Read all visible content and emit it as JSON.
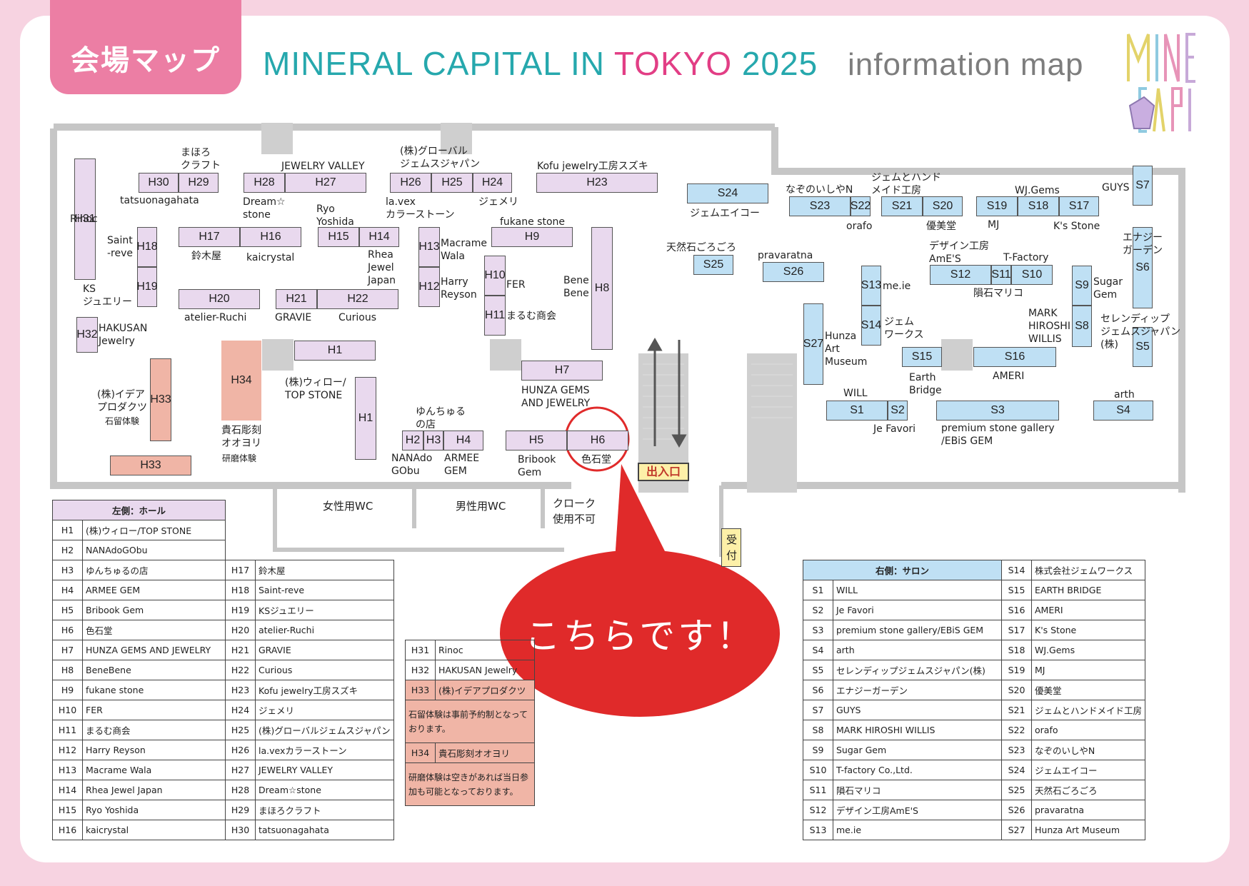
{
  "header": {
    "tab_label": "会場マップ",
    "title_part1": "MINERAL CAPITAL IN",
    "title_part2": "TOKYO",
    "title_part3": "2025",
    "title_part4": "information map"
  },
  "map": {
    "entrance": "出入口",
    "reception": "受付",
    "wc_female": "女性用WC",
    "wc_male": "男性用WC",
    "cloak": "クローク使用不可",
    "callout": "こちらです！"
  },
  "left_legend": {
    "header": "左側：ホール",
    "col1": [
      [
        "H1",
        "(株)ウィロー/TOP STONE"
      ],
      [
        "H2",
        "NANAdoGObu"
      ],
      [
        "H3",
        "ゆんちゅるの店"
      ],
      [
        "H4",
        "ARMEE GEM"
      ],
      [
        "H5",
        "Bribook Gem"
      ],
      [
        "H6",
        "色石堂"
      ],
      [
        "H7",
        "HUNZA GEMS AND JEWELRY"
      ],
      [
        "H8",
        "BeneBene"
      ],
      [
        "H9",
        "fukane stone"
      ],
      [
        "H10",
        "FER"
      ],
      [
        "H11",
        "まるむ商会"
      ],
      [
        "H12",
        "Harry Reyson"
      ],
      [
        "H13",
        "Macrame Wala"
      ],
      [
        "H14",
        "Rhea Jewel Japan"
      ],
      [
        "H15",
        "Ryo Yoshida"
      ],
      [
        "H16",
        "kaicrystal"
      ]
    ],
    "col2": [
      [
        "H17",
        "鈴木屋"
      ],
      [
        "H18",
        "Saint-reve"
      ],
      [
        "H19",
        "KSジュエリー"
      ],
      [
        "H20",
        "atelier-Ruchi"
      ],
      [
        "H21",
        "GRAVIE"
      ],
      [
        "H22",
        "Curious"
      ],
      [
        "H23",
        "Kofu jewelry工房スズキ"
      ],
      [
        "H24",
        "ジェメリ"
      ],
      [
        "H25",
        "(株)グローバルジェムスジャパン"
      ],
      [
        "H26",
        "la.vexカラーストーン"
      ],
      [
        "H27",
        "JEWELRY VALLEY"
      ],
      [
        "H28",
        "Dream☆stone"
      ],
      [
        "H29",
        "まほろクラフト"
      ],
      [
        "H30",
        "tatsuonagahata"
      ]
    ],
    "col3": [
      [
        "H31",
        "Rinoc"
      ],
      [
        "H32",
        "HAKUSAN Jewelry"
      ],
      [
        "H33",
        "(株)イデアプロダクツ"
      ]
    ],
    "note1": "石留体験は事前予約制となっております。",
    "h34": [
      "H34",
      "貴石彫刻オオヨリ"
    ],
    "note2": "研磨体験は空きがあれば当日参加も可能となっております。"
  },
  "right_legend": {
    "header": "右側：サロン",
    "col1": [
      [
        "S1",
        "WILL"
      ],
      [
        "S2",
        "Je Favori"
      ],
      [
        "S3",
        "premium stone gallery/EBiS GEM"
      ],
      [
        "S4",
        "arth"
      ],
      [
        "S5",
        "セレンディップジェムスジャパン(株)"
      ],
      [
        "S6",
        "エナジーガーデン"
      ],
      [
        "S7",
        "GUYS"
      ],
      [
        "S8",
        "MARK HIROSHI WILLIS"
      ],
      [
        "S9",
        "Sugar Gem"
      ],
      [
        "S10",
        "T-factory Co.,Ltd."
      ],
      [
        "S11",
        "隕石マリコ"
      ],
      [
        "S12",
        "デザイン工房AmE'S"
      ],
      [
        "S13",
        "me.ie"
      ]
    ],
    "col2": [
      [
        "S14",
        "株式会社ジェムワークス"
      ],
      [
        "S15",
        "EARTH BRIDGE"
      ],
      [
        "S16",
        "AMERI"
      ],
      [
        "S17",
        "K's Stone"
      ],
      [
        "S18",
        "WJ.Gems"
      ],
      [
        "S19",
        "MJ"
      ],
      [
        "S20",
        "優美堂"
      ],
      [
        "S21",
        "ジェムとハンドメイド工房"
      ],
      [
        "S22",
        "orafo"
      ],
      [
        "S23",
        "なぞのいしやN"
      ],
      [
        "S24",
        "ジェムエイコー"
      ],
      [
        "S25",
        "天然石ごろごろ"
      ],
      [
        "S26",
        "pravaratna"
      ],
      [
        "S27",
        "Hunza Art Museum"
      ]
    ]
  }
}
